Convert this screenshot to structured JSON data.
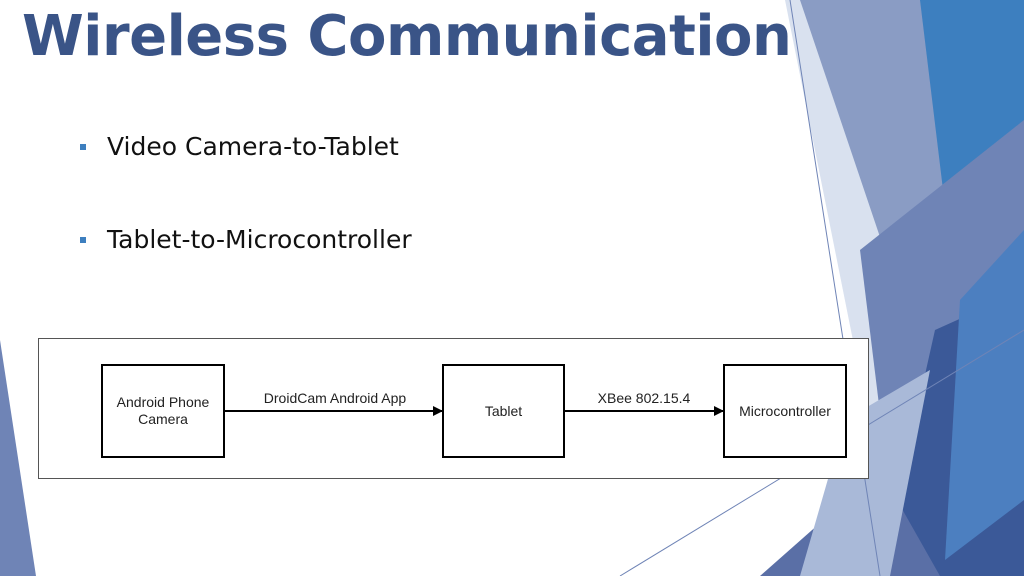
{
  "slide": {
    "title": "Wireless Communication",
    "bullets": [
      "Video Camera-to-Tablet",
      "Tablet-to-Microcontroller"
    ]
  },
  "diagram": {
    "nodes": [
      {
        "id": "camera",
        "label": "Android Phone Camera"
      },
      {
        "id": "tablet",
        "label": "Tablet"
      },
      {
        "id": "micro",
        "label": "Microcontroller"
      }
    ],
    "edges": [
      {
        "from": "camera",
        "to": "tablet",
        "label": "DroidCam Android App"
      },
      {
        "from": "tablet",
        "to": "micro",
        "label": "XBee 802.15.4"
      }
    ]
  },
  "colors": {
    "title": "#3a5487",
    "bullet_marker": "#3d7fbf",
    "decoration_dark": "#3b5998",
    "decoration_light": "#a9b9d8",
    "decoration_bright": "#3d7fbf"
  }
}
